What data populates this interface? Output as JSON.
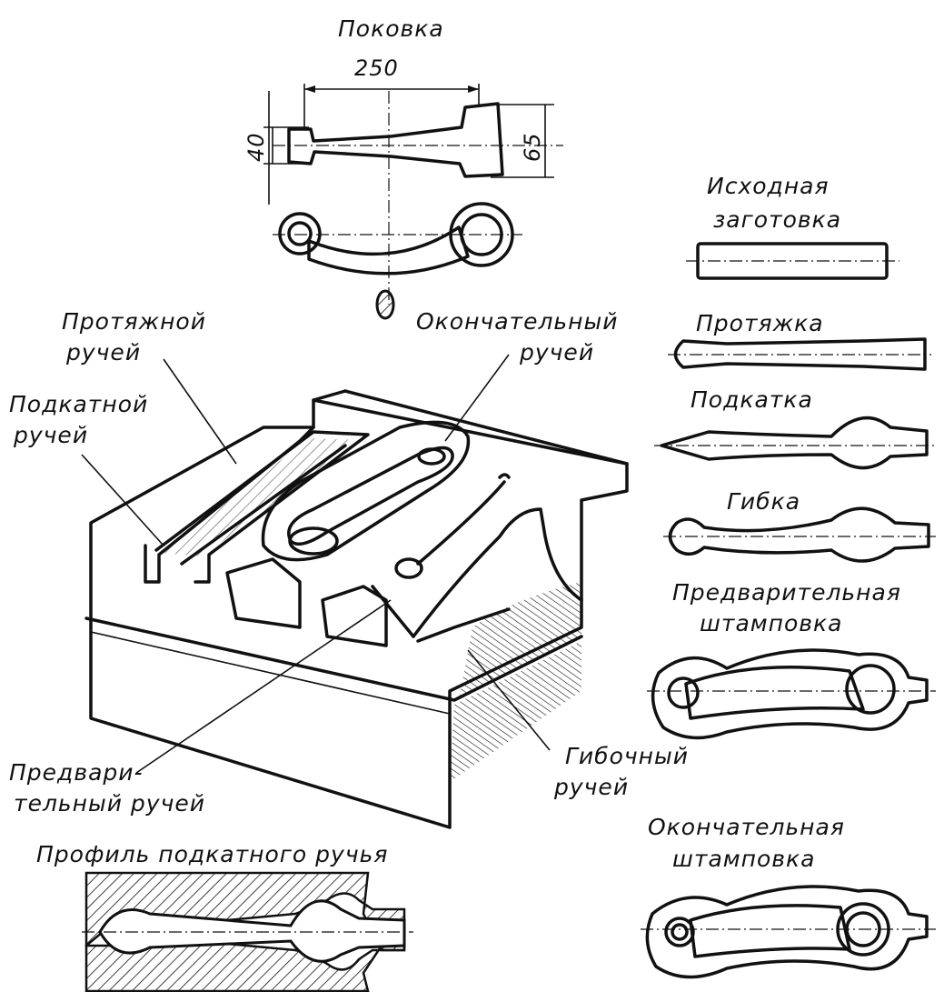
{
  "labels": {
    "forging": "Поковка",
    "dim_length": "250",
    "dim_small": "40",
    "dim_large": "65",
    "blank": [
      "Исходная",
      "заготовка"
    ],
    "drawing_op": "Протяжка",
    "rolling_op": "Подкатка",
    "bending_op": "Гибка",
    "prelim_stamping": [
      "Предварительная",
      "штамповка"
    ],
    "final_stamping": [
      "Окончательная",
      "штамповка"
    ],
    "drawing_cavity": [
      "Протяжной",
      "ручей"
    ],
    "rolling_cavity": [
      "Подкатной",
      "ручей"
    ],
    "finishing_cavity": [
      "Окончательный",
      "ручей"
    ],
    "preliminary_cavity": [
      "Предвари-",
      "тельный ручей"
    ],
    "bending_cavity": [
      "Гибочный",
      "ручей"
    ],
    "rolling_profile": "Профиль подкатного ручья"
  },
  "colors": {
    "ink": "#111111",
    "paper": "#ffffff"
  }
}
